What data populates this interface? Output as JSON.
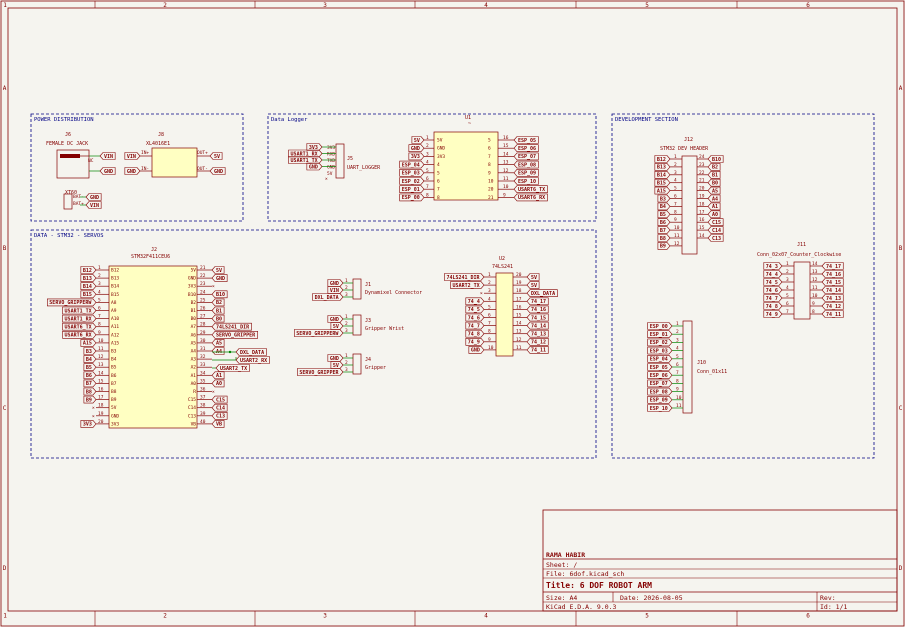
{
  "frame": {
    "cols": [
      "1",
      "2",
      "3",
      "4",
      "5",
      "6"
    ],
    "rows": [
      "A",
      "B",
      "C",
      "D"
    ]
  },
  "sections": {
    "power": "POWER DISTRIBUTION",
    "logger": "Data Logger",
    "dev": "DEVELOPMENT SECTION",
    "data": "DATA - STM32 - SERVOS"
  },
  "j6": {
    "ref": "J6",
    "name": "FEMALE DC JACK"
  },
  "j8": {
    "ref": "J8",
    "name": "XL4016E1",
    "in_plus": "IN+",
    "in_minus": "IN-",
    "out_plus": "OUT+",
    "out_minus": "OUT-"
  },
  "xt60": {
    "ref": "XT60",
    "bat_plus": "BAT+",
    "bat_minus": "BAT-"
  },
  "u1": {
    "ref": "U1",
    "val": "~"
  },
  "j5": {
    "ref": "J5",
    "name": "UART_LOGGER",
    "pins": [
      "3V3",
      "RXD",
      "TXD",
      "GND",
      "5V"
    ]
  },
  "j12": {
    "ref": "J12",
    "name": "STM32 DEV HEADER"
  },
  "j2": {
    "ref": "J2",
    "name": "STM32F411CEU6"
  },
  "u2": {
    "ref": "U2",
    "name": "74LS241"
  },
  "j11": {
    "ref": "J11",
    "name": "Conn_02x07_Counter_Clockwise"
  },
  "j1": {
    "ref": "J1",
    "name": "Dynamixel Connector"
  },
  "j3": {
    "ref": "J3",
    "name": "Gripper Wrist"
  },
  "j4": {
    "ref": "J4",
    "name": "Gripper"
  },
  "j10": {
    "ref": "J10",
    "name": "Conn_01x11"
  },
  "labels": {
    "vin": "VIN",
    "gnd": "GND",
    "v5": "5V",
    "v3": "3V3",
    "nc": "NC"
  },
  "u1_left": [
    "5V",
    "GND",
    "3V3",
    "ESP_04",
    "ESP_03",
    "ESP_02",
    "ESP_01",
    "ESP_00"
  ],
  "u1_right": [
    "ESP_05",
    "ESP_06",
    "ESP_07",
    "ESP_08",
    "ESP_09",
    "ESP_10",
    "USART6_TX",
    "USART6_RX"
  ],
  "u1_rnums": [
    "16",
    "15",
    "14",
    "13",
    "12",
    "11",
    "10",
    "9"
  ],
  "u1_lnums": [
    "1",
    "2",
    "3",
    "4",
    "5",
    "6",
    "7",
    "8"
  ],
  "u1_rn2": [
    "5",
    "6",
    "7",
    "8",
    "9",
    "10",
    "20",
    "21"
  ],
  "j5_left": [
    "3V3",
    "USART1_RX",
    "USART1_TX",
    "GND"
  ],
  "j12_left": [
    "B12",
    "B13",
    "B14",
    "B15",
    "A15",
    "B3",
    "B4",
    "B5",
    "B6",
    "B7",
    "B8",
    "B9"
  ],
  "j12_right": [
    "B10",
    "B2",
    "B1",
    "B0",
    "A5",
    "A4",
    "A1",
    "A0",
    "C15",
    "C14",
    "C13"
  ],
  "j2_left_labels": [
    "B12",
    "B13",
    "B14",
    "B15",
    "SERVO_GRIPPERW",
    "USART1_TX",
    "USART1_RX",
    "USART6_TX",
    "USART6_RX",
    "A15",
    "B3",
    "B4",
    "B5",
    "B6",
    "B7",
    "B8",
    "B9",
    "",
    "",
    "3V3"
  ],
  "j2_left_pins": [
    "B12",
    "B13",
    "B14",
    "B15",
    "A8",
    "A9",
    "A10",
    "A11",
    "A12",
    "A15",
    "B3",
    "B4",
    "B5",
    "B6",
    "B7",
    "B8",
    "B9",
    "5V",
    "GND",
    "3V3"
  ],
  "j2_left_nums": [
    "1",
    "2",
    "3",
    "4",
    "5",
    "6",
    "7",
    "8",
    "9",
    "10",
    "11",
    "12",
    "13",
    "14",
    "15",
    "16",
    "17",
    "18",
    "19",
    "20"
  ],
  "j2_right_pins": [
    "5V",
    "GND",
    "3V3",
    "B10",
    "B2",
    "B1",
    "B0",
    "A7",
    "A6",
    "A5",
    "A4",
    "A3",
    "A2",
    "A1",
    "A0",
    "R",
    "C15",
    "C14",
    "C13",
    "VB"
  ],
  "j2_right_nums": [
    "21",
    "22",
    "23",
    "24",
    "25",
    "26",
    "27",
    "28",
    "29",
    "30",
    "31",
    "32",
    "33",
    "34",
    "35",
    "36",
    "37",
    "38",
    "39",
    "40"
  ],
  "j2_right_labels": [
    "5V",
    "GND",
    "",
    "B10",
    "B2",
    "B1",
    "B0",
    "74LS241_DIR",
    "SERVO_GRIPPER",
    "A5",
    "A4",
    "",
    "",
    "A1",
    "A0",
    "",
    "C15",
    "C14",
    "C13",
    "VB"
  ],
  "j2_extra": {
    "dxl": "DXL_DATA",
    "u2tx": "USART2_RX",
    "u2tx2": "USART2_TX"
  },
  "u2_left": [
    "74LS241_DIR",
    "USART2_TX",
    "",
    "74_4",
    "74_5",
    "74_6",
    "74_7",
    "74_8",
    "74_9",
    "GND"
  ],
  "u2_right": [
    "5V",
    "5V",
    "DXL_DATA",
    "74_17",
    "74_16",
    "74_15",
    "74_14",
    "74_13",
    "74_12",
    "74_11"
  ],
  "u2_lnums": [
    "1",
    "2",
    "3",
    "4",
    "5",
    "6",
    "7",
    "8",
    "9",
    "10"
  ],
  "u2_rnums": [
    "20",
    "19",
    "18",
    "17",
    "16",
    "15",
    "14",
    "13",
    "12",
    "11"
  ],
  "j11_left": [
    "74_3",
    "74_4",
    "74_5",
    "74_6",
    "74_7",
    "74_8",
    "74_9"
  ],
  "j11_right": [
    "74_17",
    "74_16",
    "74_15",
    "74_14",
    "74_13",
    "74_12",
    "74_11"
  ],
  "j11_lnums": [
    "1",
    "2",
    "3",
    "4",
    "5",
    "6",
    "7"
  ],
  "j11_rnums": [
    "14",
    "13",
    "12",
    "11",
    "10",
    "9",
    "8"
  ],
  "j1_labels": [
    "GND",
    "VIN",
    "DXL_DATA"
  ],
  "j3_labels": [
    "GND",
    "5V",
    "SERVO_GRIPPERW"
  ],
  "j4_labels": [
    "GND",
    "5V",
    "SERVO_GRIPPER"
  ],
  "j10_labels": [
    "ESP_00",
    "ESP_01",
    "ESP_02",
    "ESP_03",
    "ESP_04",
    "ESP_05",
    "ESP_06",
    "ESP_07",
    "ESP_08",
    "ESP_09",
    "ESP_10"
  ],
  "title": {
    "author": "RAMA HABIR",
    "sheet": "Sheet: /",
    "file": "File: 6dof.kicad_sch",
    "title": "Title: 6 DOF ROBOT ARM",
    "size": "Size: A4",
    "date": "Date: 2026-08-05",
    "rev": "Rev:",
    "app": "KiCad E.D.A. 9.0.3",
    "id": "Id: 1/1"
  },
  "colors": {
    "wire": "#008400",
    "sym": "#840000",
    "body": "#ffffc2",
    "sec": "#000084",
    "bg": "#f5f4ef"
  }
}
